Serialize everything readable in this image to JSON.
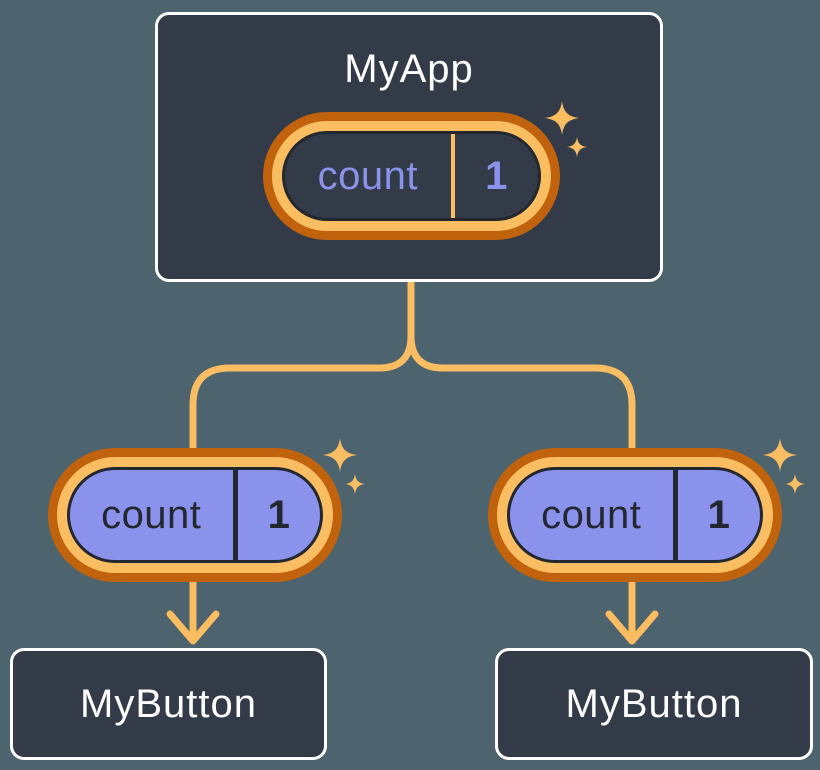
{
  "diagram": {
    "root": {
      "title": "MyApp",
      "state": {
        "name": "count",
        "value": "1"
      }
    },
    "children": [
      {
        "title": "MyButton",
        "state": {
          "name": "count",
          "value": "1"
        }
      },
      {
        "title": "MyButton",
        "state": {
          "name": "count",
          "value": "1"
        }
      }
    ]
  },
  "icons": {
    "sparkle": "✦"
  },
  "colors": {
    "background": "#4D636E",
    "node_fill": "#343B48",
    "node_border": "#FFFFFF",
    "title_text": "#FFFFFF",
    "pill_ring_outer": "#C1620D",
    "pill_ring_inner": "#FABD62",
    "pill_fill_root": "#343B48",
    "pill_fill_child": "#8A92EC",
    "pill_text_root": "#8A92EC",
    "pill_text_child": "#23272F",
    "connector": "#FABD62",
    "sparkle": "#FABD62"
  }
}
